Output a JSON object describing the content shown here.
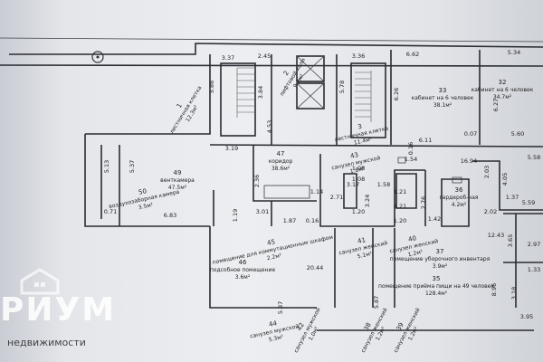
{
  "rooms": [
    {
      "id": "1",
      "name": "лестничная клетка",
      "area": "12.3м²"
    },
    {
      "id": "2",
      "name": "лифтовой холл",
      "area": "9.4м²"
    },
    {
      "id": "3",
      "name": "лестничная клетка",
      "area": "11.4м²"
    },
    {
      "id": "32",
      "name": "кабинет на 6 человек",
      "area": "34.7м²"
    },
    {
      "id": "33",
      "name": "кабинет на 6 человек",
      "area": "38.1м²"
    },
    {
      "id": "47",
      "name": "коридор",
      "area": "38.6м²"
    },
    {
      "id": "49",
      "name": "венткамера",
      "area": "47.5м²"
    },
    {
      "id": "50",
      "name": "воздухозаборная камера",
      "area": "3.5м²"
    },
    {
      "id": "43",
      "name": "санузел мужской",
      "area": "1.8м²"
    },
    {
      "id": "45",
      "name": "помещение для коммутационным шкафом",
      "area": "2.2м²"
    },
    {
      "id": "46",
      "name": "подсобное помещение",
      "area": "3.6м²"
    },
    {
      "id": "41",
      "name": "санузел женский",
      "area": "5.1м²"
    },
    {
      "id": "40",
      "name": "санузел женский",
      "area": "1.2м²"
    },
    {
      "id": "37",
      "name": "помещение уборочного инвентаря",
      "area": "3.9м²"
    },
    {
      "id": "36",
      "name": "гардероб-ная",
      "area": "4.2м²"
    },
    {
      "id": "35",
      "name": "помещение приёма пищи на 49 человек",
      "area": "128.4м²"
    },
    {
      "id": "44",
      "name": "санузел мужской",
      "area": "5.3м²"
    },
    {
      "id": "42",
      "name": "санузел мужской",
      "area": "1.0м²"
    },
    {
      "id": "38",
      "name": "санузел женский",
      "area": "1.2м²"
    },
    {
      "id": "39",
      "name": "санузел женский",
      "area": "1.2м²"
    }
  ],
  "dimensions": [
    "2.45",
    "3.37",
    "5.86",
    "3.84",
    "3.19",
    "4.53",
    "3.36",
    "5.78",
    "6.62",
    "5.34",
    "6.26",
    "6.27",
    "6.11",
    "0.07",
    "5.60",
    "5.58",
    "2.36",
    "1.14",
    "3.01",
    "1.87",
    "0.16",
    "1.19",
    "5.37",
    "5.13",
    "0.71",
    "6.83",
    "2.71",
    "3.17",
    "1.08",
    "1.08",
    "3.24",
    "1.58",
    "1.21",
    "1.21",
    "1.20",
    "1.20",
    "1.54",
    "16.94",
    "2.03",
    "2.76",
    "1.42",
    "2.02",
    "4.05",
    "5.59",
    "12.43",
    "3.65",
    "2.97",
    "8.96",
    "3.18",
    "1.33",
    "20.44",
    "5.87",
    "5.87",
    "3.95",
    "0.16",
    "1.37"
  ],
  "watermark": {
    "name": "РИУМ",
    "subtitle": "недвижимости"
  }
}
